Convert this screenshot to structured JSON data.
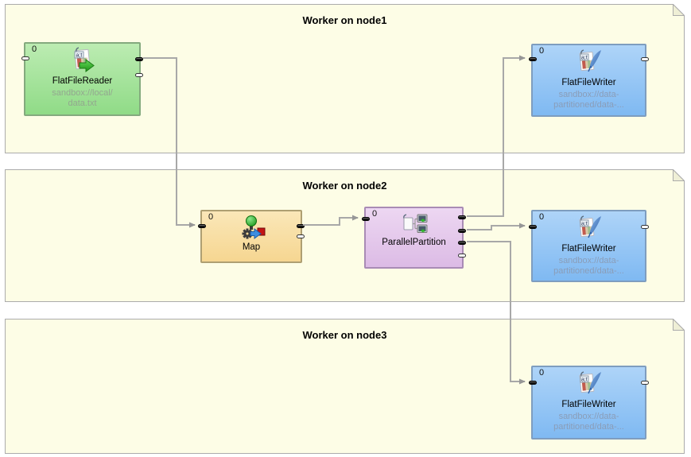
{
  "diagram": {
    "containers": [
      {
        "title": "Worker on node1",
        "components": [
          {
            "name": "FlatFileReader",
            "badge": "0",
            "path": "sandbox://local/\ndata.txt"
          },
          {
            "name": "FlatFileWriter",
            "badge": "0",
            "path": "sandbox://data-\npartitioned/data-..."
          }
        ]
      },
      {
        "title": "Worker on node2",
        "components": [
          {
            "name": "Map",
            "badge": "0",
            "path": ""
          },
          {
            "name": "ParallelPartition",
            "badge": "0",
            "path": ""
          },
          {
            "name": "FlatFileWriter",
            "badge": "0",
            "path": "sandbox://data-\npartitioned/data-..."
          }
        ]
      },
      {
        "title": "Worker on node3",
        "components": [
          {
            "name": "FlatFileWriter",
            "badge": "0",
            "path": "sandbox://data-\npartitioned/data-..."
          }
        ]
      }
    ],
    "edges": [
      {
        "from_component": "FlatFileReader",
        "from_port": 0,
        "to_component": "Map",
        "to_port": 0
      },
      {
        "from_component": "Map",
        "from_port": 0,
        "to_component": "ParallelPartition",
        "to_port": 0
      },
      {
        "from_component": "ParallelPartition",
        "from_port": 0,
        "to_component": "FlatFileWriter (node1)",
        "to_port": 0
      },
      {
        "from_component": "ParallelPartition",
        "from_port": 1,
        "to_component": "FlatFileWriter (node2)",
        "to_port": 0
      },
      {
        "from_component": "ParallelPartition",
        "from_port": 2,
        "to_component": "FlatFileWriter (node3)",
        "to_port": 0
      }
    ],
    "colors": {
      "container_fill": "#fdfde6",
      "container_border": "#ababab",
      "reader_fill_top": "#bcecb2",
      "reader_fill_bottom": "#90db87",
      "reader_border": "#84aa7e",
      "writer_fill_top": "#aed4f8",
      "writer_fill_bottom": "#7fb9f2",
      "writer_border": "#7e9dbf",
      "map_fill_top": "#fae7b8",
      "map_fill_bottom": "#f6d691",
      "map_border": "#ae9f72",
      "partition_fill_top": "#edd7f2",
      "partition_fill_bottom": "#dcbbe5",
      "partition_border": "#a98bb5",
      "edge_line": "#a8a8a8",
      "reader_path_text": "#93a78f",
      "writer_path_text": "#8a9db8"
    }
  }
}
